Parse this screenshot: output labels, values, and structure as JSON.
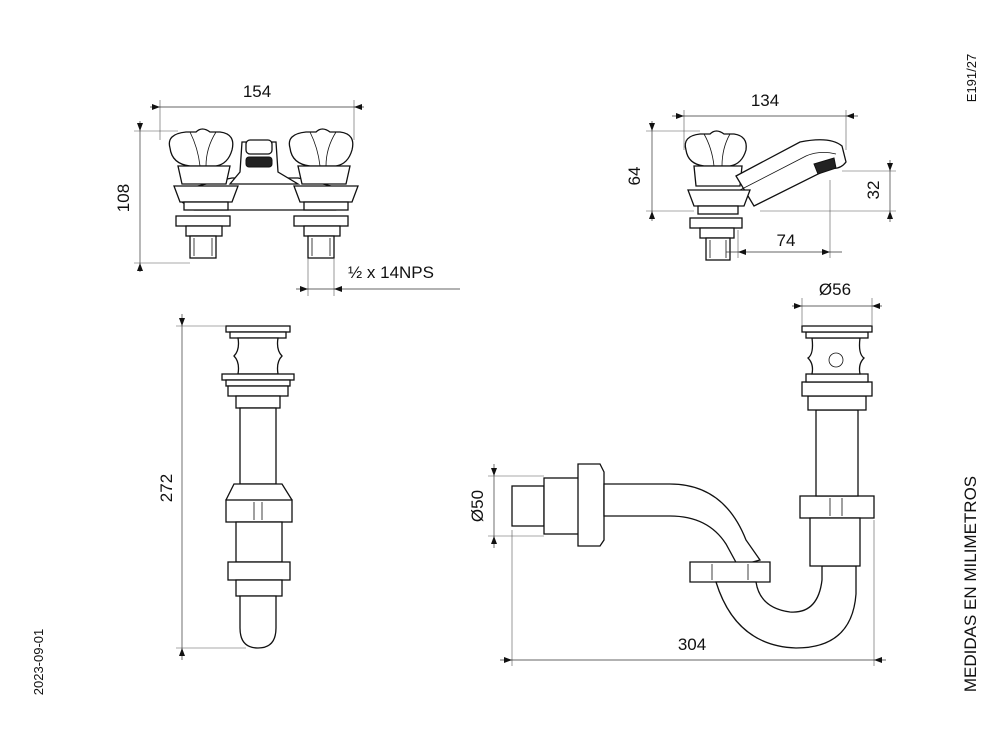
{
  "drawing_code": "E191/27",
  "date": "2023-09-01",
  "units_note": "MEDIDAS EN MILIMETROS",
  "dimensions": {
    "faucet_width": "154",
    "faucet_height": "108",
    "thread_spec": "½ x 14NPS",
    "spout_length": "134",
    "side_height": "64",
    "spout_height": "32",
    "spout_reach": "74",
    "drain_diameter": "Ø56",
    "drain_length": "272",
    "trap_diameter": "Ø50",
    "trap_length": "304"
  }
}
